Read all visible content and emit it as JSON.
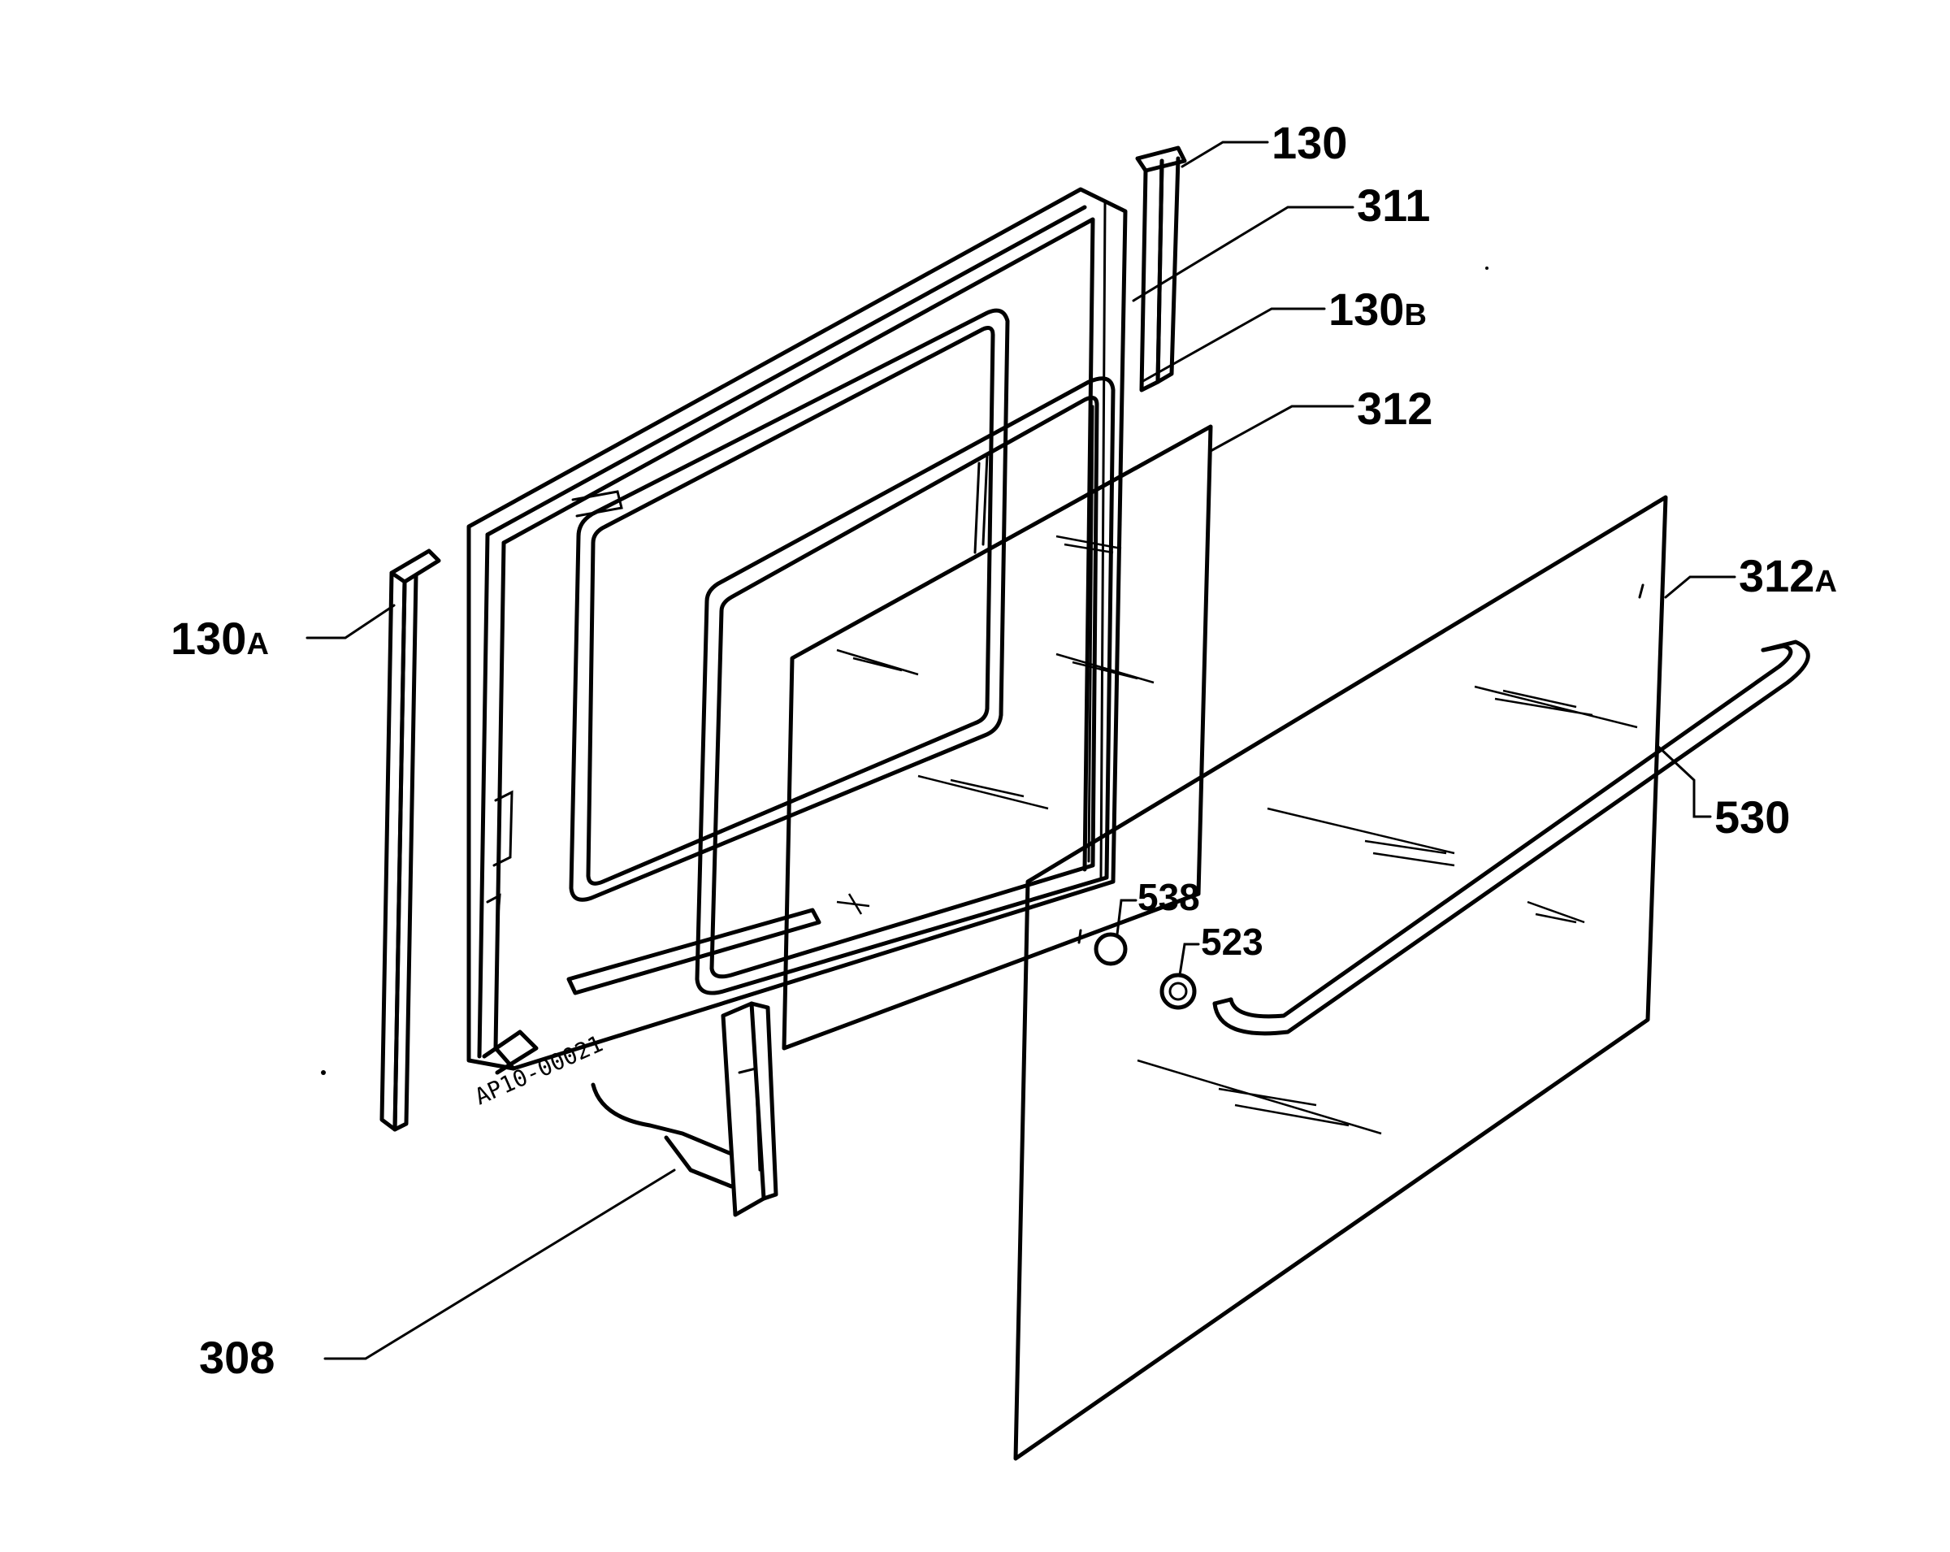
{
  "diagram": {
    "drawing_code": "AP10-00021",
    "callouts": [
      {
        "id": "130",
        "text": "130"
      },
      {
        "id": "311",
        "text": "311"
      },
      {
        "id": "130b",
        "text": "130",
        "suffix": "B"
      },
      {
        "id": "312",
        "text": "312"
      },
      {
        "id": "312a",
        "text": "312",
        "suffix": "A"
      },
      {
        "id": "130a",
        "text": "130",
        "suffix": "A"
      },
      {
        "id": "530",
        "text": "530"
      },
      {
        "id": "538",
        "text": "538"
      },
      {
        "id": "523",
        "text": "523"
      },
      {
        "id": "308",
        "text": "308"
      }
    ]
  }
}
